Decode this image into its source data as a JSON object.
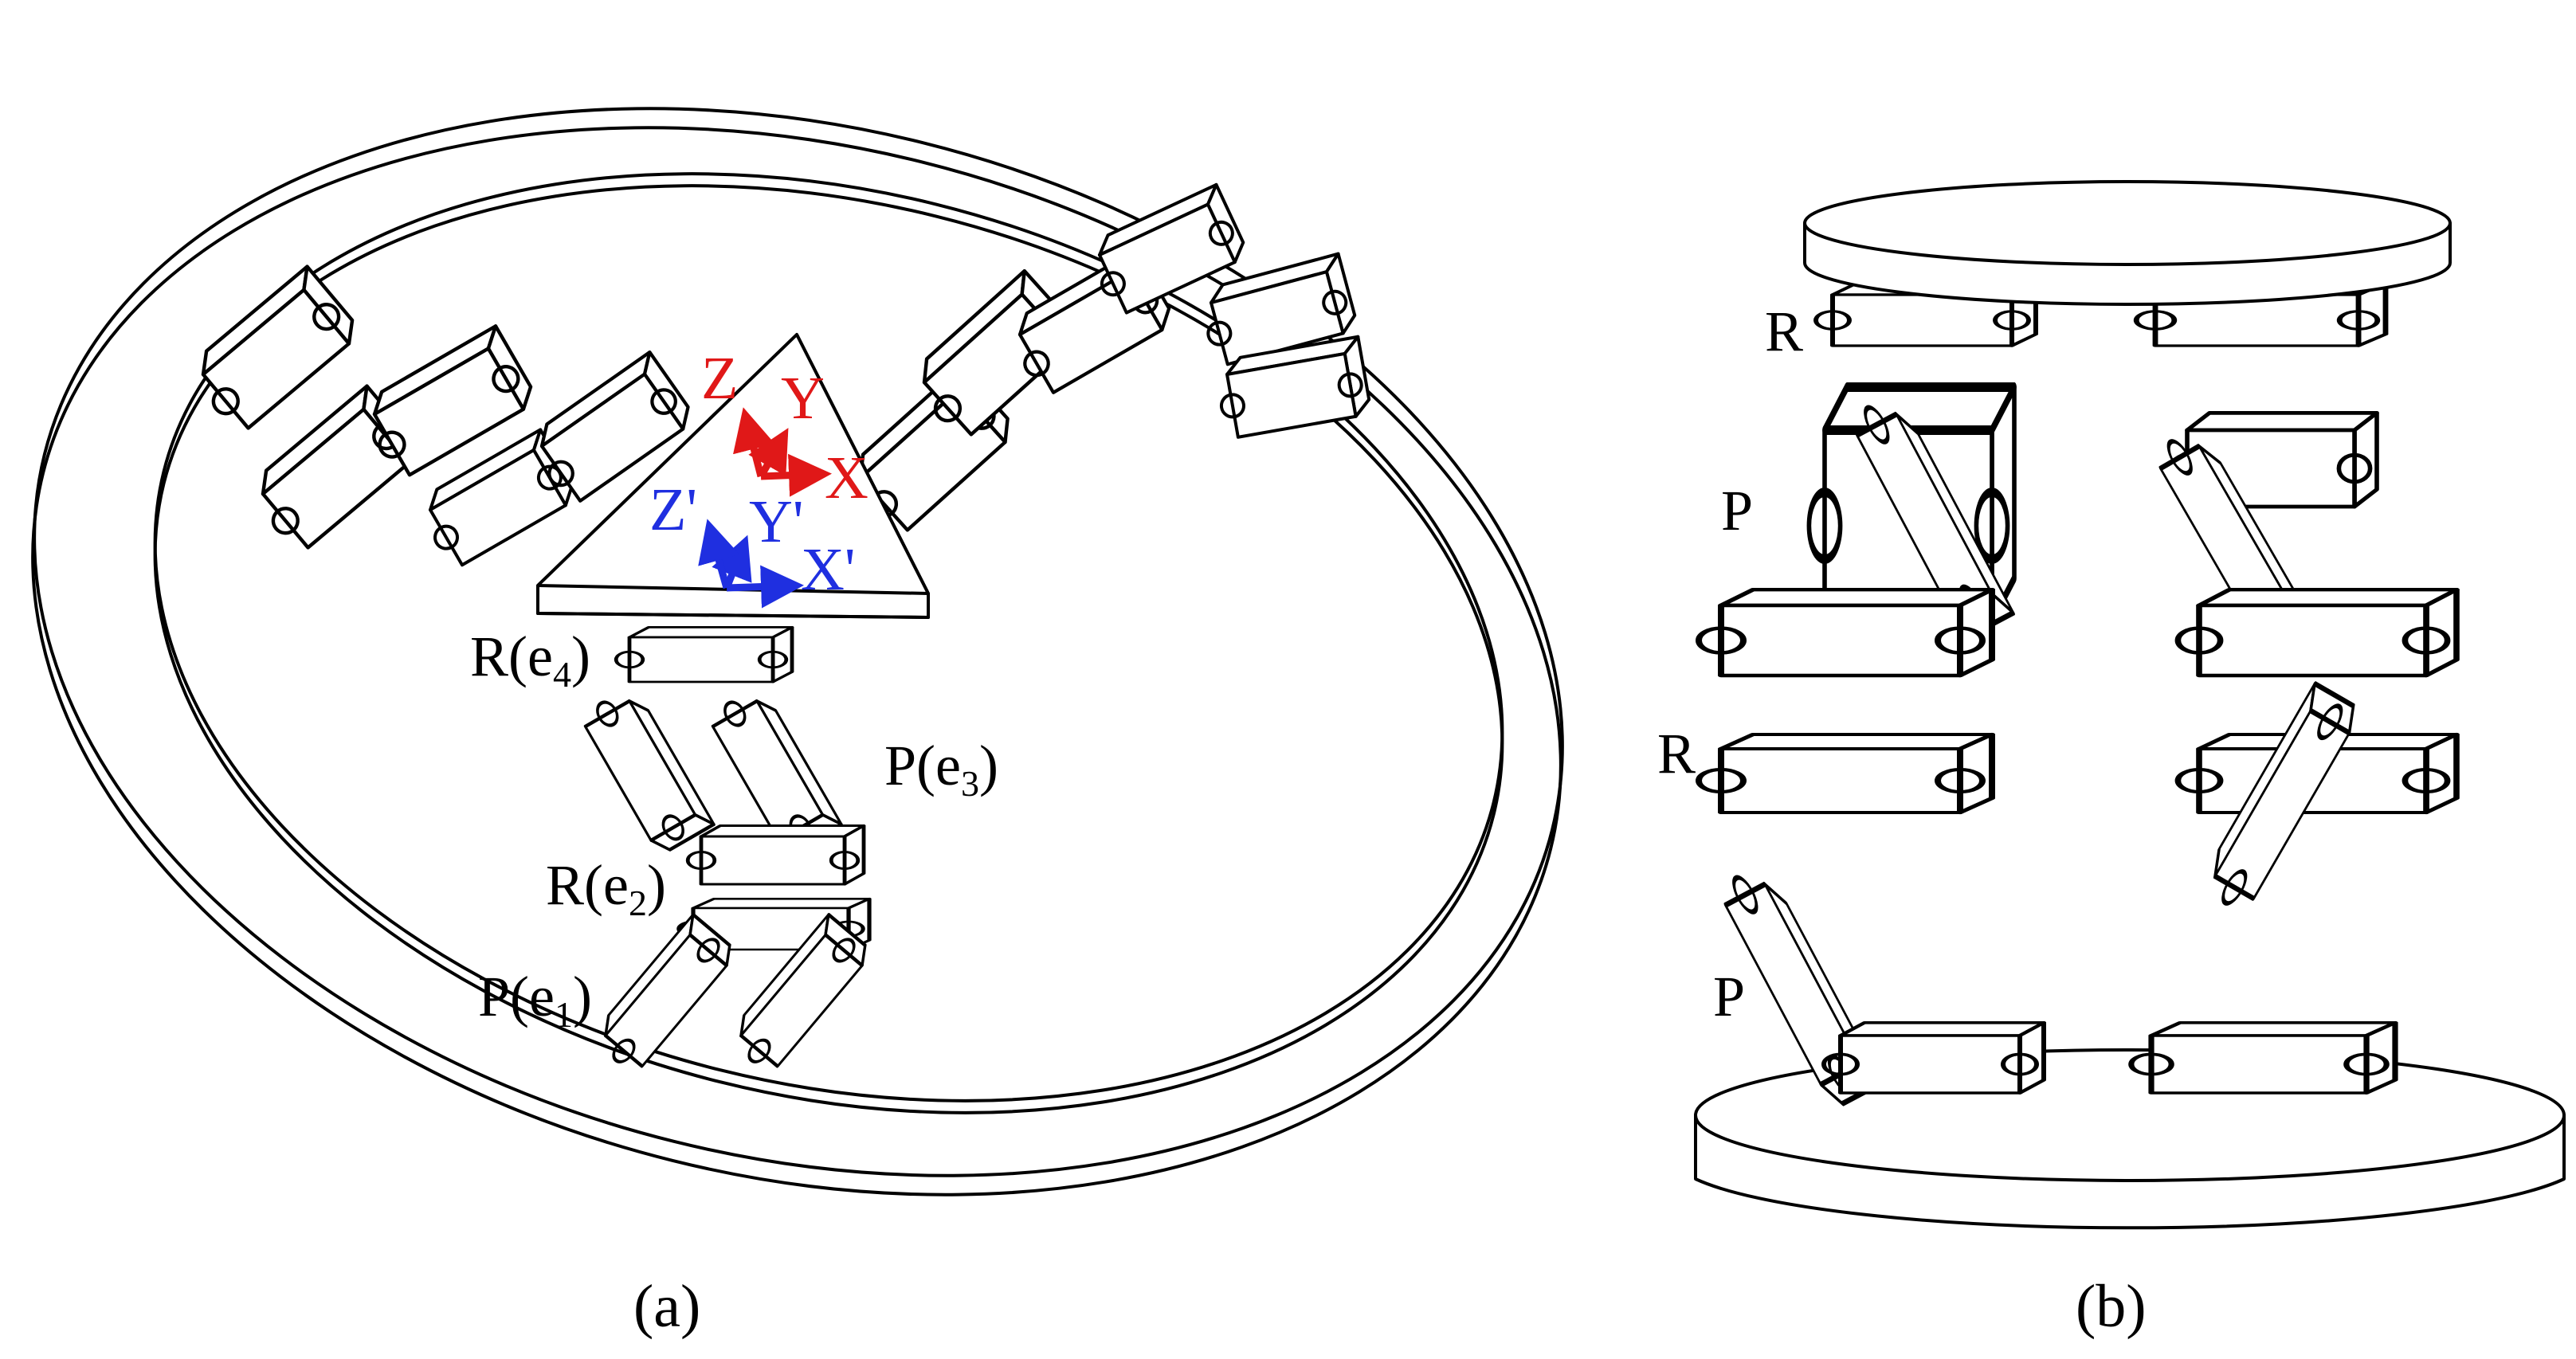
{
  "panel_a": {
    "caption": "(a)",
    "frame_primed": {
      "x": "X'",
      "y": "Y'",
      "z": "Z'",
      "color": "#1f2fe0"
    },
    "frame_world": {
      "x": "X",
      "y": "Y",
      "z": "Z",
      "color": "#e01818"
    },
    "joints": [
      {
        "base": "R(e",
        "sub": "4",
        "close": ")"
      },
      {
        "base": "P(e",
        "sub": "3",
        "close": ")"
      },
      {
        "base": "R(e",
        "sub": "2",
        "close": ")"
      },
      {
        "base": "P(e",
        "sub": "1",
        "close": ")"
      }
    ]
  },
  "panel_b": {
    "caption": "(b)",
    "joints": [
      "R",
      "P",
      "R",
      "P"
    ]
  }
}
